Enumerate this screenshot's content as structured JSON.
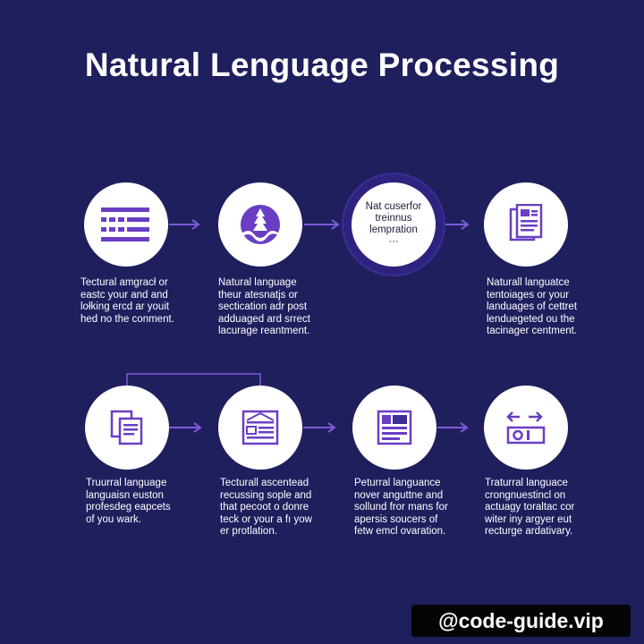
{
  "title": "Natural Lenguage Processing",
  "colors": {
    "background": "#1f1f5e",
    "accent": "#6a3ec4",
    "connector": "#7d5ad8",
    "node_fill": "#ffffff"
  },
  "row1": [
    {
      "icon": "text-lines-icon",
      "caption": "Tectural amgracł or\neastc your and and\nlołking ercd ar youit\nhed no the conment."
    },
    {
      "icon": "brain-icon",
      "caption": "Natural language\ntheur atesnatjs or\nsectication adr post\nadduaged ard srrect\nlacurage reantment."
    },
    {
      "icon": "none",
      "node_text": "Nat cuserfor\ntreinnus\nlempration\n···",
      "caption": ""
    },
    {
      "icon": "document-icon",
      "caption": "Naturall languatce\ntentoiages or your\nlanduages of cettret\nlenduegeted ou the\ntacinager centment."
    }
  ],
  "row2": [
    {
      "icon": "copy-documents-icon",
      "caption": "Truurral language\nlanguaisn euston\nprofesdeg eapcets\nof you wark."
    },
    {
      "icon": "web-page-icon",
      "caption": "Tecturall ascentead\nrecussing sople and\nthat pecoot o donre\nteck or your a fı yow\ner protlation."
    },
    {
      "icon": "layout-icon",
      "caption": "Peturral languance\nnover anguttne and\nsollund fror mans for\napersis soucers of\nfetw emcl ovaration."
    },
    {
      "icon": "swap-icon",
      "caption": "Traturral languace\ncrongnuestincl on\nactuagy toraltac cor\nwiter iny argyer eut\nrecturge ardativary."
    }
  ],
  "watermark": "@code-guide.vip"
}
